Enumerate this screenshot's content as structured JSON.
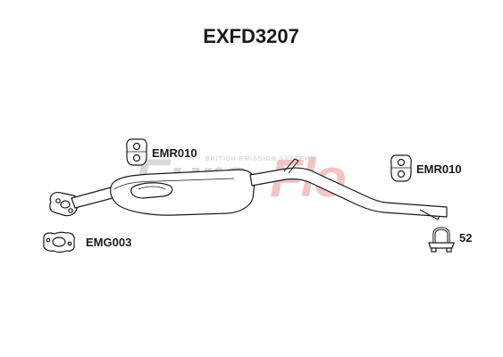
{
  "title": "EXFD3207",
  "watermark": {
    "brand_first": "Euro",
    "brand_second": "Flo",
    "tagline": "BRITISH EMISSION SYSTEMS",
    "colors": {
      "grey": "#d8d8d8",
      "red": "#f2c4c4"
    }
  },
  "parts": {
    "rubber_mount_left": {
      "code": "EMR010",
      "icon": "rubber-mount-icon"
    },
    "rubber_mount_right": {
      "code": "EMR010",
      "icon": "rubber-mount-icon"
    },
    "gasket": {
      "code": "EMG003",
      "icon": "flange-gasket-icon"
    },
    "clamp": {
      "code": "52",
      "icon": "u-bolt-clamp-icon"
    }
  },
  "colors": {
    "line": "#1a1a1a",
    "fill": "#ffffff"
  }
}
